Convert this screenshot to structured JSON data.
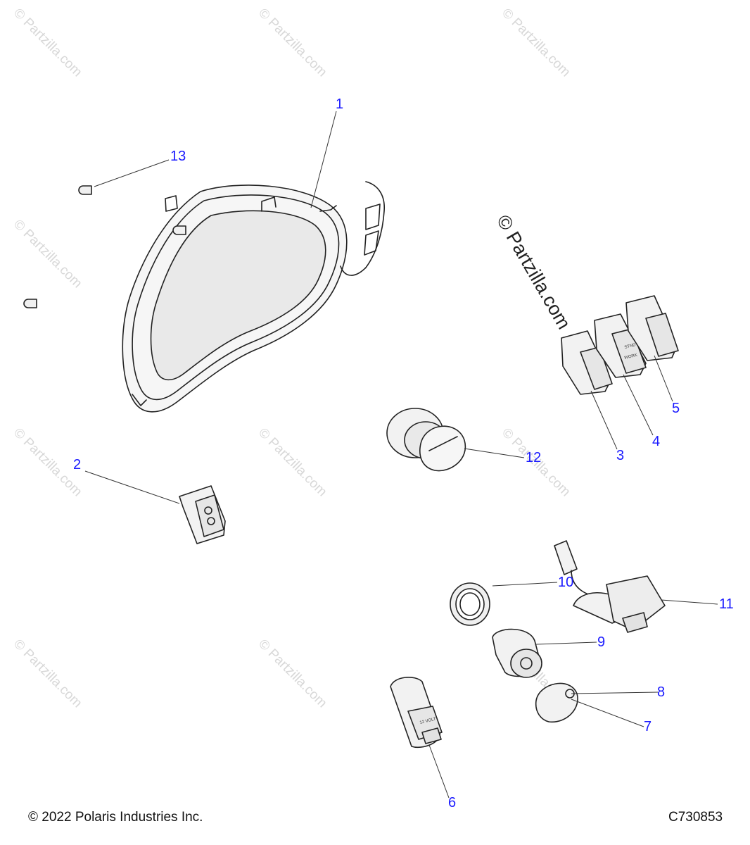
{
  "watermark": {
    "text": "© Partzilla.com",
    "big_text": "© Partzilla.com"
  },
  "callouts": [
    {
      "id": "1",
      "label": "1"
    },
    {
      "id": "2",
      "label": "2"
    },
    {
      "id": "3",
      "label": "3"
    },
    {
      "id": "4",
      "label": "4"
    },
    {
      "id": "5",
      "label": "5"
    },
    {
      "id": "6",
      "label": "6"
    },
    {
      "id": "7",
      "label": "7"
    },
    {
      "id": "8",
      "label": "8"
    },
    {
      "id": "9",
      "label": "9"
    },
    {
      "id": "10",
      "label": "10"
    },
    {
      "id": "11",
      "label": "11"
    },
    {
      "id": "12",
      "label": "12"
    },
    {
      "id": "13",
      "label": "13"
    }
  ],
  "switch_labels": {
    "stnd": "STND",
    "work": "WORK",
    "volt": "12 VOLT"
  },
  "footer": {
    "copyright": "© 2022 Polaris Industries Inc.",
    "code": "C730853"
  },
  "colors": {
    "callout": "#1a1aff",
    "line": "#333333",
    "watermark": "#d8d8d8"
  }
}
